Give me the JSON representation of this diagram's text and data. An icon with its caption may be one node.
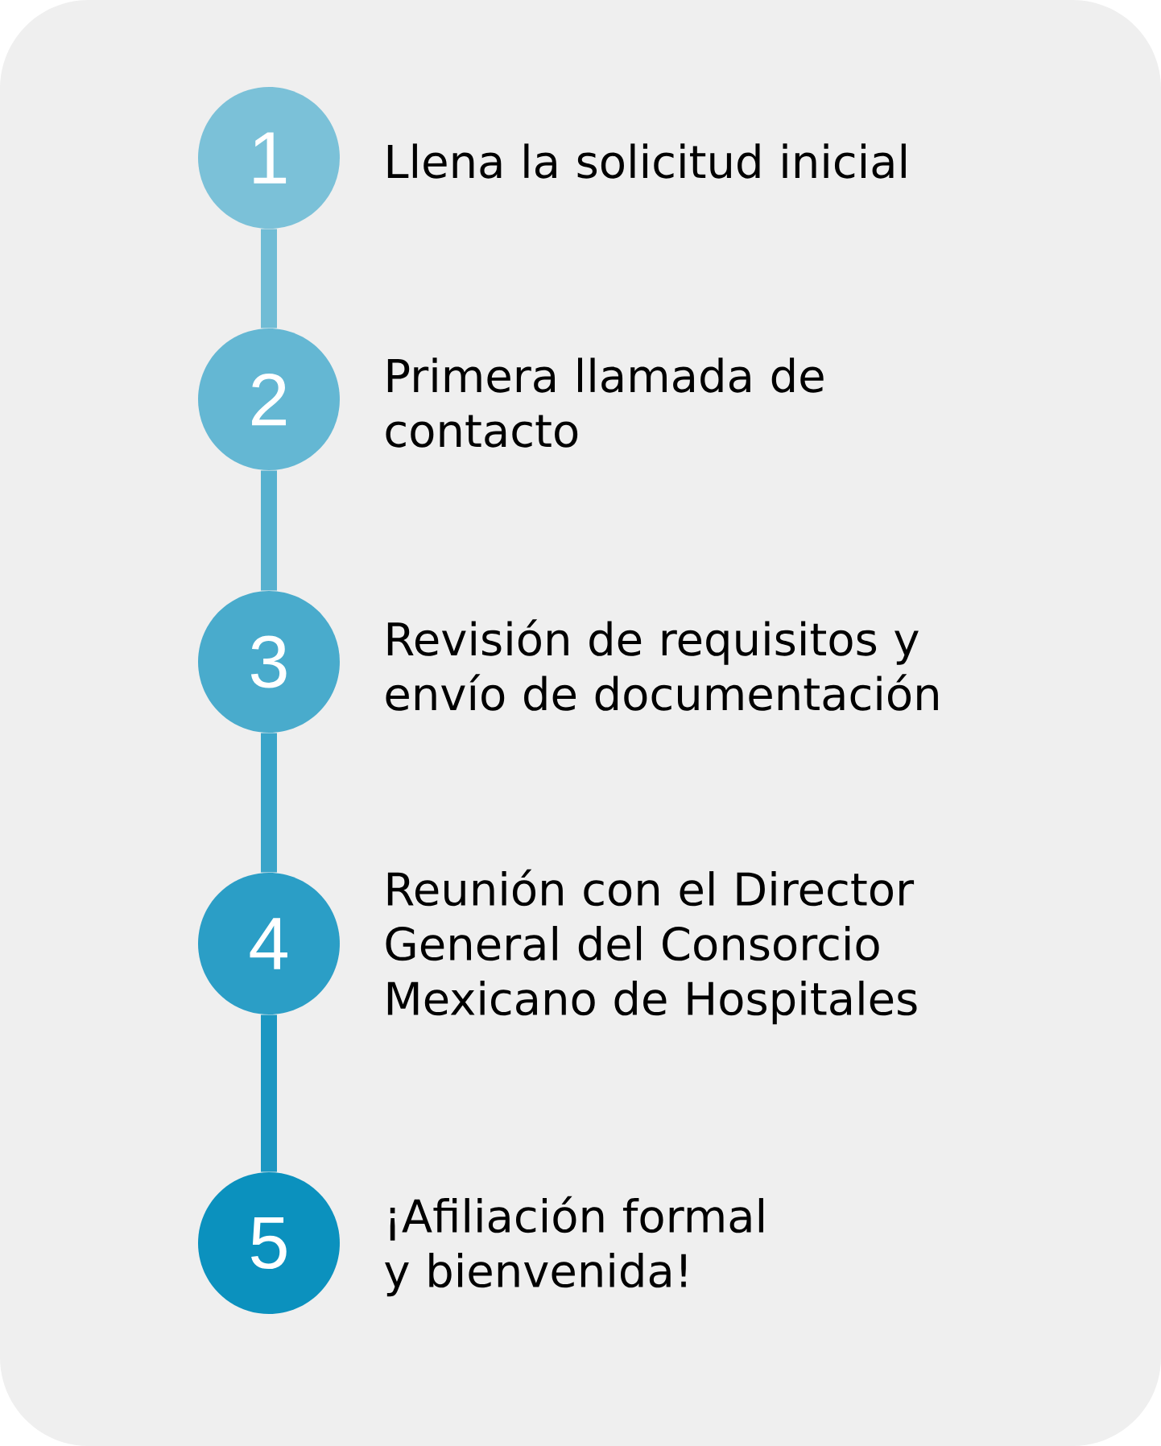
{
  "diagram": {
    "nodes": [
      {
        "text": [
          "1"
        ],
        "beside": [
          "Llena la solicitud inicial"
        ]
      },
      {
        "text": [
          "2"
        ],
        "beside": [
          "Primera llamada de contacto"
        ]
      },
      {
        "text": [
          "3"
        ],
        "beside": [
          "Revisión de requisitos y envío de documentación"
        ]
      },
      {
        "text": [
          "4"
        ],
        "beside": [
          "Reunión con el Director General del Consorcio Mexicano de Hospitales"
        ]
      },
      {
        "text": [
          "5"
        ],
        "beside": [
          "¡Afiliación formal y bienvenida!"
        ]
      }
    ],
    "edges": [
      {
        "from": 0,
        "to": 1,
        "arrow": "none"
      },
      {
        "from": 1,
        "to": 2,
        "arrow": "none"
      },
      {
        "from": 2,
        "to": 3,
        "arrow": "none"
      },
      {
        "from": 3,
        "to": 4,
        "arrow": "none"
      }
    ]
  }
}
